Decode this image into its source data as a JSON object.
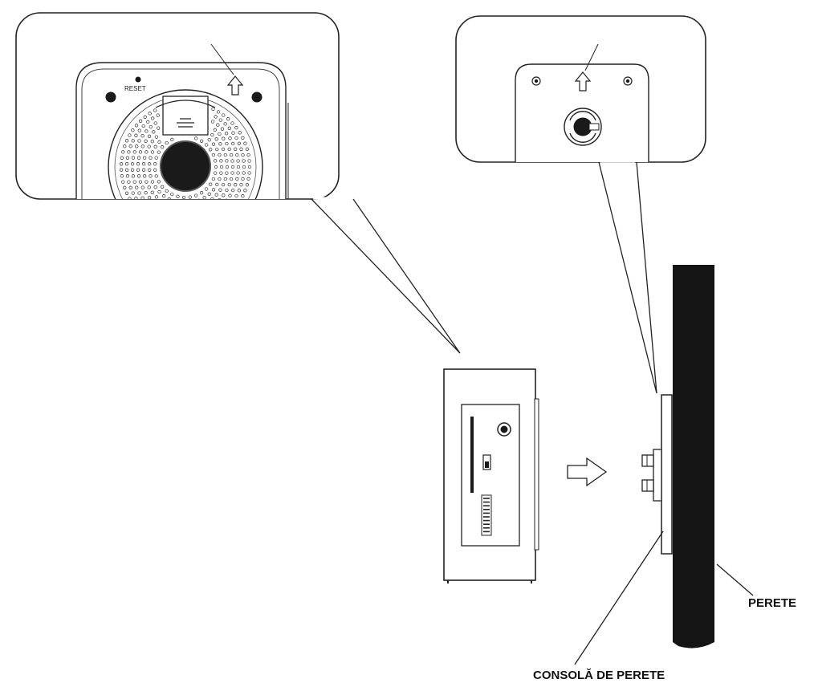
{
  "labels": {
    "wall": "PERETE",
    "wall_bracket": "CONSOLĂ DE PERETE",
    "reset": "RESET"
  }
}
